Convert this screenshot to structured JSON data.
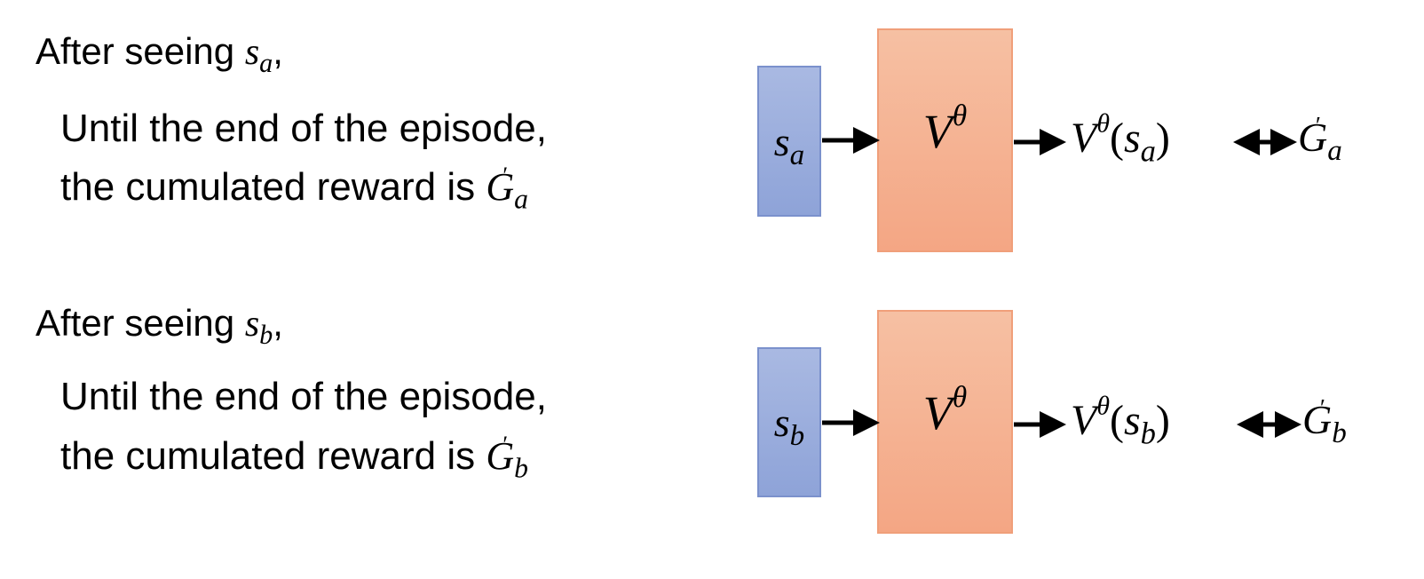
{
  "rows": [
    {
      "after_prefix": "After seeing ",
      "state_base": "s",
      "state_sub": "a",
      "after_suffix": ",",
      "line2": "Until the end of the episode,",
      "line3_prefix": "the cumulated reward is ",
      "return_base": "G",
      "return_prime": "′",
      "return_sub": "a",
      "box_state_base": "s",
      "box_state_sub": "a",
      "box_value_base": "V",
      "box_value_sup": "θ",
      "out_value_base": "V",
      "out_value_sup": "θ",
      "out_open": "(",
      "out_state_base": "s",
      "out_state_sub": "a",
      "out_close": ")",
      "out_return_base": "G",
      "out_return_prime": "′",
      "out_return_sub": "a"
    },
    {
      "after_prefix": "After seeing ",
      "state_base": "s",
      "state_sub": "b",
      "after_suffix": ",",
      "line2": "Until the end of the episode,",
      "line3_prefix": "the cumulated reward is ",
      "return_base": "G",
      "return_prime": "′",
      "return_sub": "b",
      "box_state_base": "s",
      "box_state_sub": "b",
      "box_value_base": "V",
      "box_value_sup": "θ",
      "out_value_base": "V",
      "out_value_sup": "θ",
      "out_open": "(",
      "out_state_base": "s",
      "out_state_sub": "b",
      "out_close": ")",
      "out_return_base": "G",
      "out_return_prime": "′",
      "out_return_sub": "b"
    }
  ],
  "colors": {
    "state_box": "#8ea3d8",
    "value_box": "#f4a684",
    "arrow": "#000000"
  }
}
